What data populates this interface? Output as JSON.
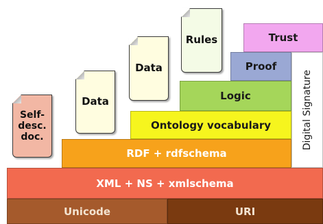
{
  "layers": {
    "unicode": "Unicode",
    "uri": "URI",
    "xml": "XML + NS + xmlschema",
    "rdf": "RDF + rdfschema",
    "ontology": "Ontology vocabulary",
    "logic": "Logic",
    "proof": "Proof",
    "trust": "Trust",
    "digital_signature": "Digital Signature"
  },
  "documents": {
    "self_desc": "Self-\ndesc.\ndoc.",
    "data_1": "Data",
    "data_2": "Data",
    "rules": "Rules"
  },
  "colors": {
    "unicode": "#a55a2c",
    "uri": "#7a3a10",
    "xml": "#f26a4f",
    "rdf": "#f7a21b",
    "ontology": "#f6f51e",
    "logic": "#a5d65a",
    "proof": "#9aa8d4",
    "trust": "#f2a7ef",
    "signature": "#ffffff",
    "self_desc_doc": "#f2b7a4",
    "data_doc": "#fffde0",
    "rules_doc": "#f4fbe6"
  }
}
